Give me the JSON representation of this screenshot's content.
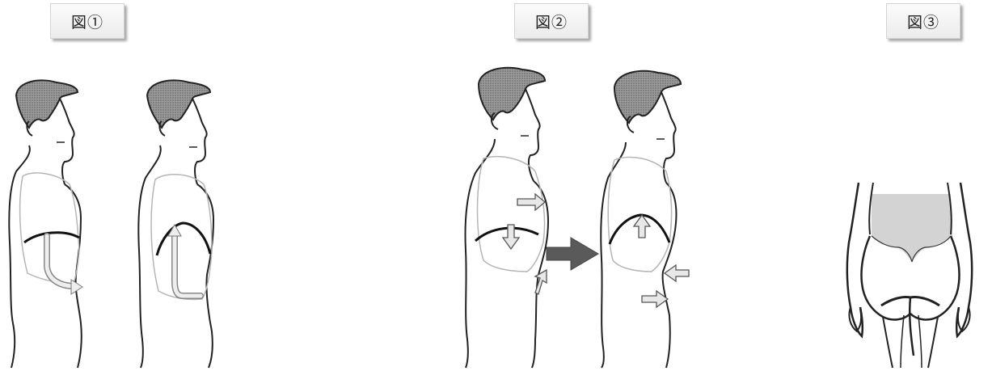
{
  "figures": [
    {
      "label": "図①"
    },
    {
      "label": "図②"
    },
    {
      "label": "図③"
    }
  ]
}
